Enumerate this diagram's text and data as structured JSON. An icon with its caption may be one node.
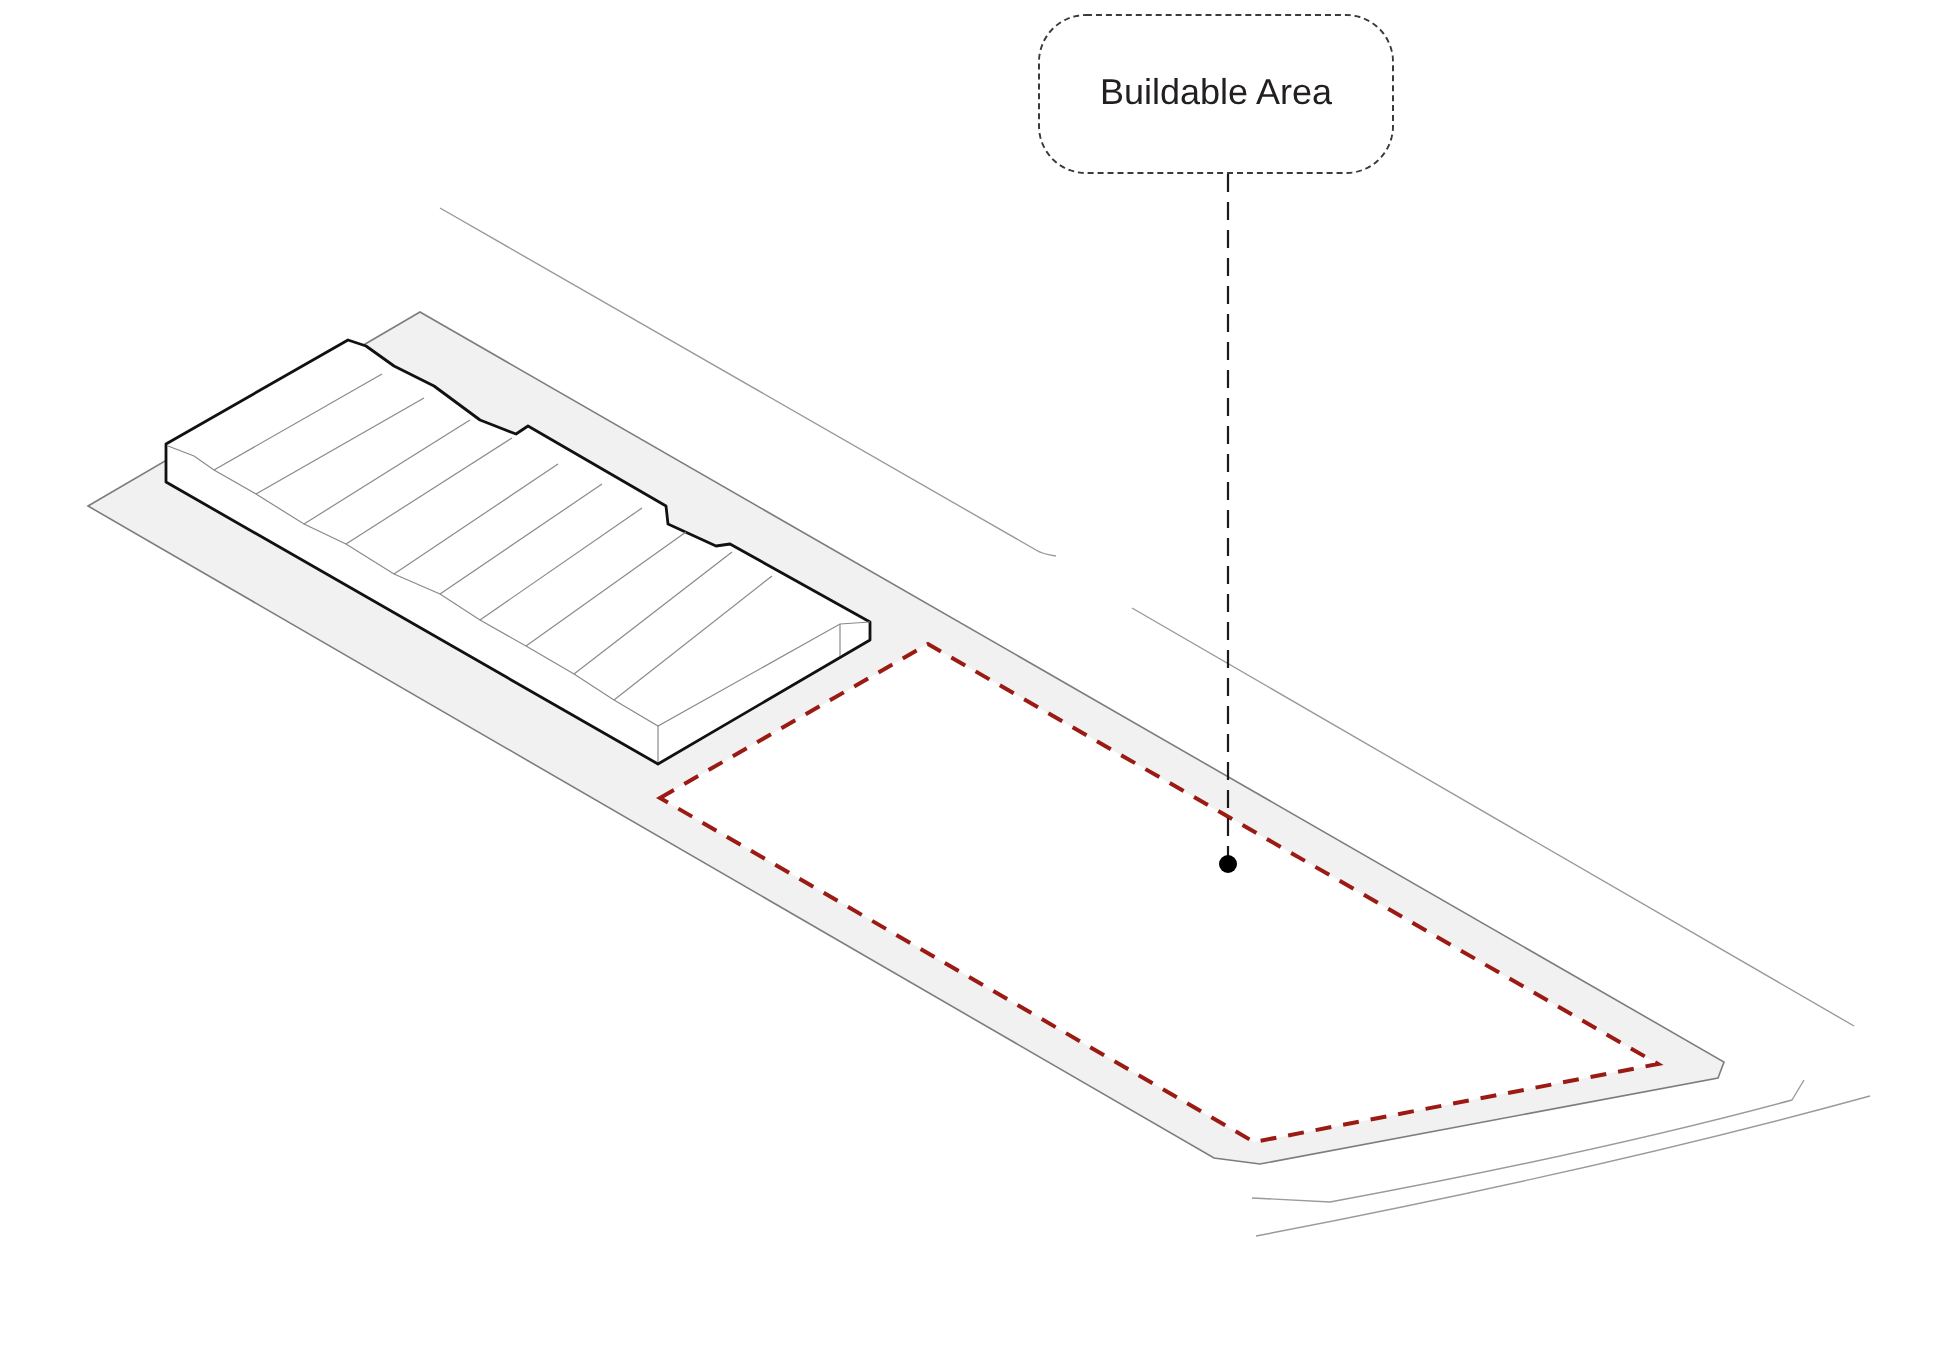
{
  "diagram": {
    "nodes": [
      {
        "text": [
          "Buildable Area"
        ]
      },
      {
        "text": [],
        "shape": "polygon"
      }
    ],
    "edges": [
      {
        "from": 0,
        "to": 1,
        "arrow": "other",
        "style": "dashed"
      }
    ]
  }
}
